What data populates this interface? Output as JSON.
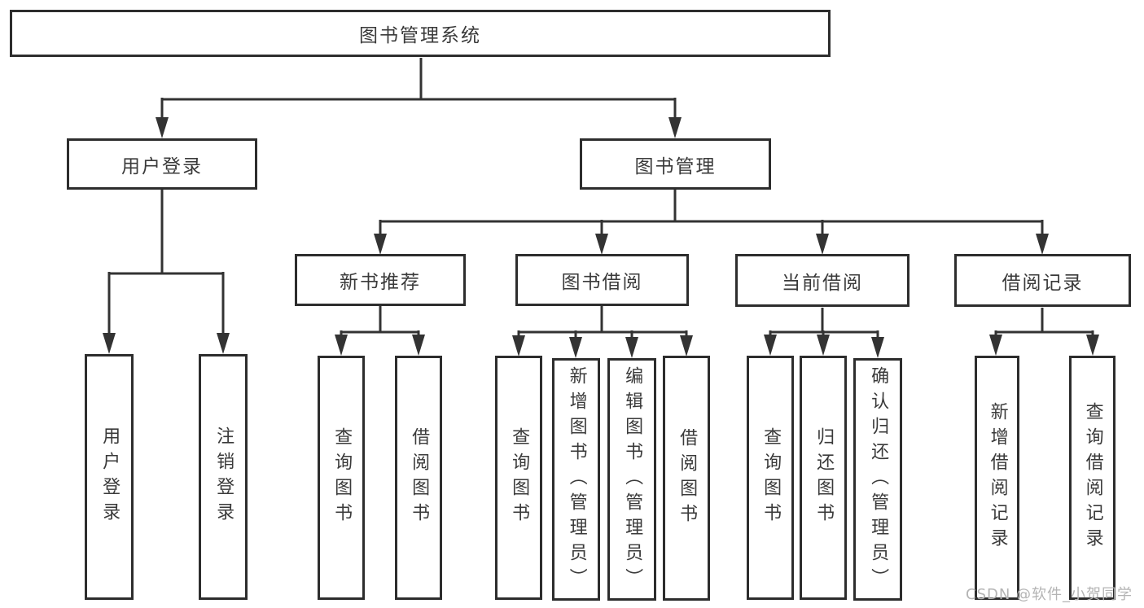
{
  "nodes": {
    "root": "图书管理系统",
    "user_login": "用户登录",
    "book_mgmt": "图书管理",
    "new_book_rec": "新书推荐",
    "book_borrow": "图书借阅",
    "current_borrow": "当前借阅",
    "borrow_records": "借阅记录",
    "leaf_user_login": "用户登录",
    "leaf_logout": "注销登录",
    "leaf_query_book_1": "查询图书",
    "leaf_borrow_book_1": "借阅图书",
    "leaf_query_book_2": "查询图书",
    "leaf_add_book": "新增图书（管理员）",
    "leaf_edit_book": "编辑图书（管理员）",
    "leaf_borrow_book_2": "借阅图书",
    "leaf_query_book_3": "查询图书",
    "leaf_return_book": "归还图书",
    "leaf_confirm_return": "确认归还（管理员）",
    "leaf_add_record": "新增借阅记录",
    "leaf_query_record": "查询借阅记录"
  },
  "edges": [
    [
      "root",
      "user_login"
    ],
    [
      "root",
      "book_mgmt"
    ],
    [
      "user_login",
      "leaf_user_login"
    ],
    [
      "user_login",
      "leaf_logout"
    ],
    [
      "book_mgmt",
      "new_book_rec"
    ],
    [
      "book_mgmt",
      "book_borrow"
    ],
    [
      "book_mgmt",
      "current_borrow"
    ],
    [
      "book_mgmt",
      "borrow_records"
    ],
    [
      "new_book_rec",
      "leaf_query_book_1"
    ],
    [
      "new_book_rec",
      "leaf_borrow_book_1"
    ],
    [
      "book_borrow",
      "leaf_query_book_2"
    ],
    [
      "book_borrow",
      "leaf_add_book"
    ],
    [
      "book_borrow",
      "leaf_edit_book"
    ],
    [
      "book_borrow",
      "leaf_borrow_book_2"
    ],
    [
      "current_borrow",
      "leaf_query_book_3"
    ],
    [
      "current_borrow",
      "leaf_return_book"
    ],
    [
      "current_borrow",
      "leaf_confirm_return"
    ],
    [
      "borrow_records",
      "leaf_add_record"
    ],
    [
      "borrow_records",
      "leaf_query_record"
    ]
  ],
  "watermark": "CSDN @软件_小贺同学",
  "colors": {
    "line": "#333333",
    "box_border": "#2d2d2d",
    "box_fill": "#ffffff",
    "text": "#3a3a3a",
    "watermark": "#b4b4b4"
  }
}
